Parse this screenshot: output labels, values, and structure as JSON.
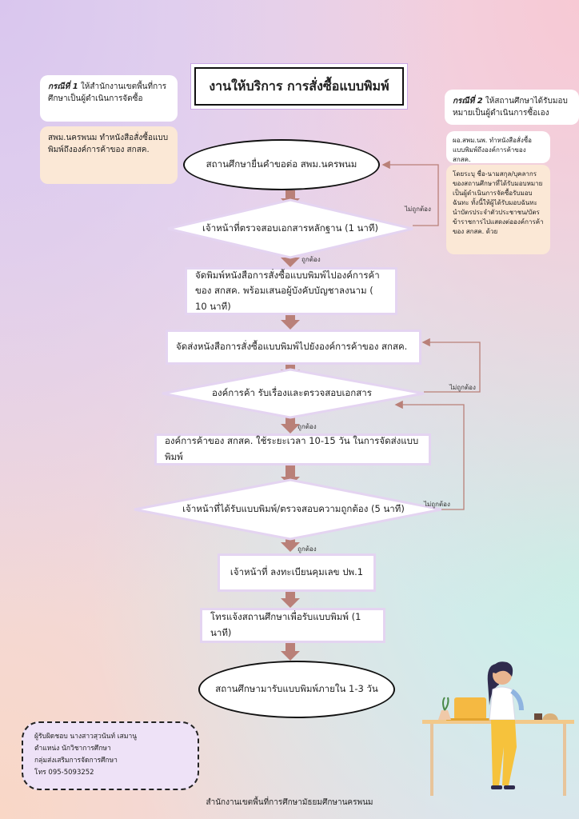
{
  "title": "งานให้บริการ การสั่งซื้อแบบพิมพ์",
  "case1": {
    "label": "กรณีที่ 1",
    "text": " ให้สำนักงานเขตพื้นที่การศึกษาเป็นผู้ดำเนินการจัดซื้อ",
    "detail": "สพม.นครพนม ทำหนังสือสั่งซื้อแบบพิมพ์ถึงองค์การค้าของ สกสค."
  },
  "case2": {
    "label": "กรณีที่ 2",
    "text": " ให้สถานศึกษาได้รับมอบหมายเป็นผู้ดำเนินการซื้อเอง",
    "detail1": "ผอ.สพม.นพ. ทำหนังสือสั่งซื้อแบบพิมพ์ถึงองค์การค้าของ สกสค.",
    "detail2": "โดยระบุ ชื่อ-นามสกุล/บุคลากรของสถานศึกษาที่ได้รับมอบหมายเป็นผู้ดำเนินการจัดซื้อรับมอบฉันทะ ทั้งนี้ให้ผู้ได้รับมอบฉันทะนำบัตรประจำตัวประชาชน/บัตรข้าราชการไปแสดงต่อองค์การค้าของ สกสค. ด้วย"
  },
  "steps": {
    "s1": "สถานศึกษายื่นคำขอต่อ สพม.นครพนม",
    "s2": "เจ้าหน้าที่ตรวจสอบเอกสารหลักฐาน (1 นาที)",
    "s3": "จัดพิมพ์หนังสือการสั่งซื้อแบบพิมพ์ไปองค์การค้าของ สกสค. พร้อมเสนอผู้บังคับบัญชาลงนาม ( 10 นาที)",
    "s4": "จัดส่งหนังสือการสั่งซื้อแบบพิมพ์ไปยังองค์การค้าของ สกสค.",
    "s5": "องค์การค้า รับเรื่องและตรวจสอบเอกสาร",
    "s6": "องค์การค้าของ สกสค. ใช้ระยะเวลา 10-15 วัน ในการจัดส่งแบบพิมพ์",
    "s7": "เจ้าหน้าที่ได้รับแบบพิมพ์/ตรวจสอบความถูกต้อง  (5 นาที)",
    "s8": "เจ้าหน้าที่ ลงทะเบียนคุมเลข ปพ.1",
    "s9": "โทรแจ้งสถานศึกษาเพื่อรับแบบพิมพ์ (1 นาที)",
    "s10": "สถานศึกษามารับแบบพิมพ์ภายใน 1-3 วัน"
  },
  "labels": {
    "correct": "ถูกต้อง",
    "incorrect": "ไม่ถูกต้อง"
  },
  "contact": {
    "line1": "ผู้รับผิดชอบ นางสาวสุวนันท์ เสมานู",
    "line2": "ตำแหน่ง นักวิชาการศึกษา",
    "line3": "กลุ่มส่งเสริมการจัดการศึกษา",
    "line4": "โทร 095-5093252"
  },
  "footer": "สำนักงานเขตพื้นที่การศึกษามัธยมศึกษานครพนม",
  "colors": {
    "arrow": "#b98078",
    "box_border": "#e4d4f1",
    "line": "#b98078"
  }
}
